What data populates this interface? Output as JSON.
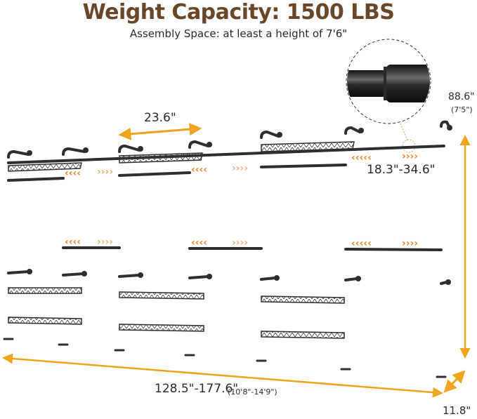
{
  "header": {
    "title": "Weight Capacity: 1500 LBS",
    "subtitle": "Assembly Space: at least a height of 7'6\""
  },
  "dimensions": {
    "shelf_width": "23.6\"",
    "rod_adjust_range": "18.3\"-34.6\"",
    "height_main": "88.6\"",
    "height_sub": "(7'5\")",
    "total_width_main": "128.5\"-177.6\"",
    "total_width_sub": "(10'8\"-14'9\")",
    "depth": "11.8\""
  },
  "colors": {
    "title_brown": "#6b4626",
    "arrow_orange": "#f0a31c",
    "chevron_orange": "#e8852a",
    "pipe_black": "#2e2e30",
    "dashed_callout": "#c8a06a"
  },
  "illustration": {
    "product": "pipe clothes rack wall-mounted closet system",
    "sections": 4,
    "callout": "telescopic rod joint close-up"
  }
}
